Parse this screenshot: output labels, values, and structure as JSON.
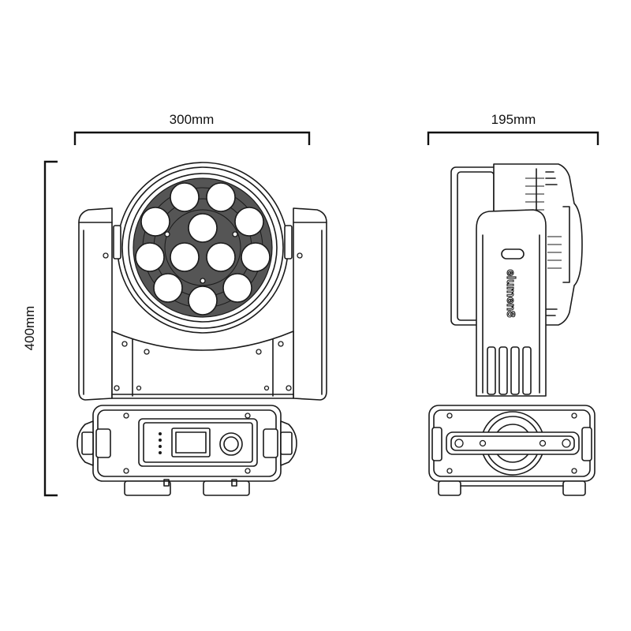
{
  "dimensions": {
    "width_front": "300mm",
    "width_side": "195mm",
    "height": "400mm"
  },
  "brand_mark": "elumen8",
  "colors": {
    "line": "#1a1a1a",
    "background": "#ffffff",
    "grille": "#555555"
  }
}
